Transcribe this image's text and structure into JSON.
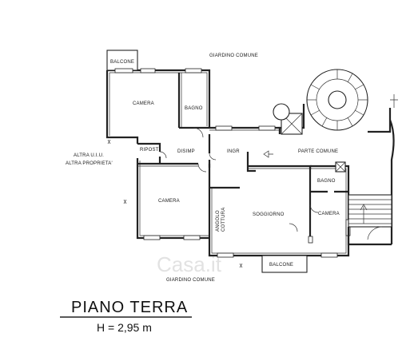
{
  "rooms": {
    "balcone_top": "BALCONE",
    "giardino_top": "GIARDINO COMUNE",
    "camera_1": "CAMERA",
    "bagno_1": "BAGNO",
    "ripost": "RIPOST",
    "disimp": "DISIMP",
    "ingr": "INGR",
    "parte_comune": "PARTE COMUNE",
    "altra_uiu": "ALTRA U.I.U.",
    "altra_proprieta": "ALTRA PROPRIETA'",
    "camera_2": "CAMERA",
    "angolo_cottura_1": "ANGOLO",
    "angolo_cottura_2": "COTTURA",
    "soggiorno": "SOGGIORNO",
    "bagno_2": "BAGNO",
    "camera_3": "CAMERA",
    "balcone_bottom": "BALCONE",
    "giardino_bottom": "GIARDINO COMUNE"
  },
  "title": "PIANO TERRA",
  "height_label": "H = 2,95 m",
  "watermark": "Casa.it"
}
